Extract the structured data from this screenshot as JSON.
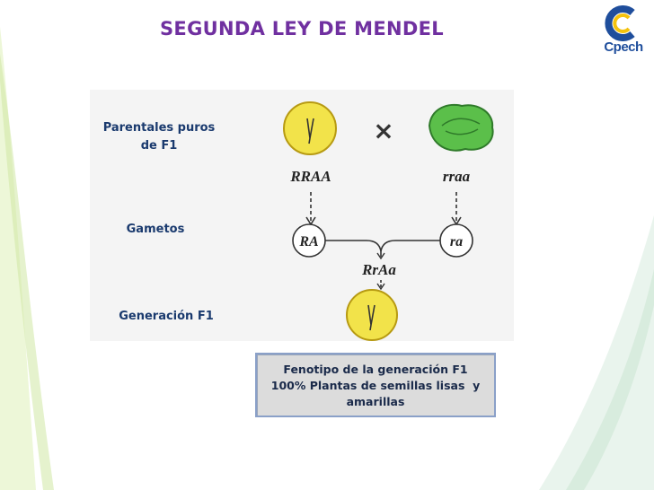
{
  "slide": {
    "title": "SEGUNDA LEY DE MENDEL",
    "logo_text": "Cpech"
  },
  "labels": {
    "parentales_line1": "Parentales puros",
    "parentales_line2": "de F1",
    "gametos": "Gametos",
    "generacion": "Generación F1"
  },
  "diagram": {
    "cross_symbol": "×",
    "parent1_genotype": "RRAA",
    "parent2_genotype": "rraa",
    "gamete1": "RA",
    "gamete2": "ra",
    "offspring_genotype": "RrAa"
  },
  "caption": {
    "line1": "Fenotipo de la generación F1",
    "line2": "100% Plantas de semillas lisas  y",
    "line3": "amarillas"
  },
  "colors": {
    "title": "#7030a0",
    "label": "#1a3a6e",
    "yellow_seed": "#f2e34a",
    "green_seed": "#5bbf4a",
    "logo_blue": "#1f4e9c",
    "logo_yellow": "#f4c20d"
  }
}
